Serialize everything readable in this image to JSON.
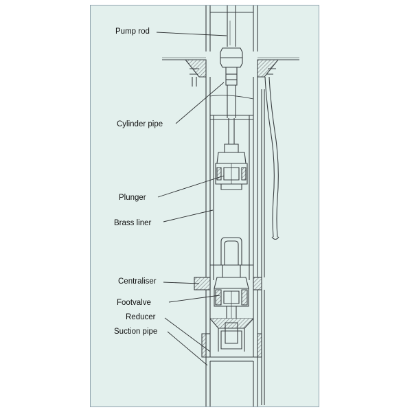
{
  "colors": {
    "panel_background": "#e3f0ed",
    "border": "#8fa3ad",
    "line": "#3a3f42",
    "hatch": "#8a8f92",
    "text": "#111111"
  },
  "labels": {
    "pump_rod": "Pump rod",
    "cylinder_pipe": "Cylinder pipe",
    "plunger": "Plunger",
    "brass_liner": "Brass liner",
    "centraliser": "Centraliser",
    "footvalve": "Footvalve",
    "reducer": "Reducer",
    "suction_pipe": "Suction pipe"
  }
}
